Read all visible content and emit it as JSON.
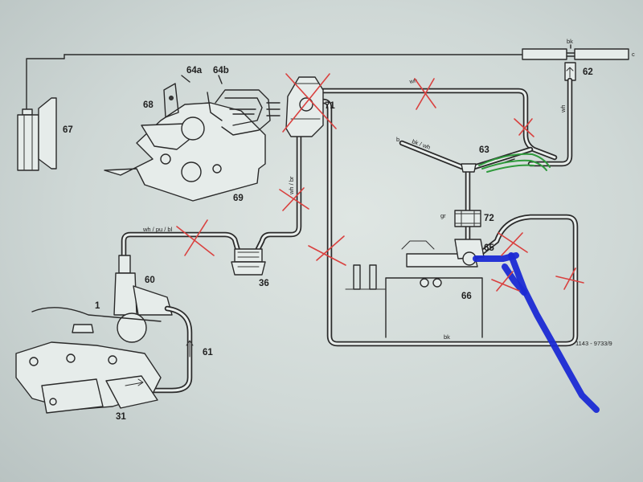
{
  "parts": {
    "p67": "67",
    "p68": "68",
    "p64a": "64a",
    "p64b": "64b",
    "p69": "69",
    "p71": "71",
    "p62": "62",
    "p63": "63",
    "p72": "72",
    "p65": "65",
    "p66": "66",
    "p60": "60",
    "p36": "36",
    "p61": "61",
    "p1": "1",
    "p31": "31"
  },
  "hose_labels": {
    "wh_pu_bl": "wh / pu / bl",
    "wh_br": "wh / br",
    "wh_top": "wh",
    "wh_right": "wh",
    "b": "b",
    "bk_wh": "bk / wh",
    "gr": "gr",
    "bk_top": "bk",
    "bk_bottom": "bk",
    "c": "c"
  },
  "figure_code": "1143 - 9733/9",
  "annotation_colors": {
    "cross": "#d9413f",
    "highlight_green": "#2f9a3c",
    "highlight_blue": "#1b2ad4"
  }
}
